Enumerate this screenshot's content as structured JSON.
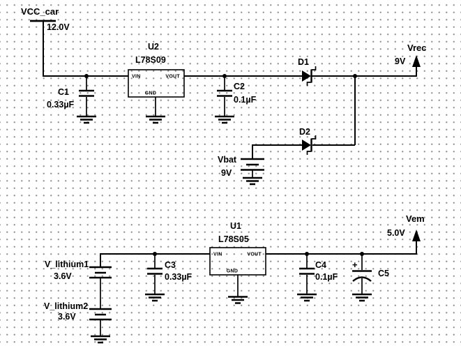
{
  "schematic": {
    "nets": {
      "vcc_car": {
        "label": "VCC_car",
        "voltage": "12.0V"
      },
      "vrec": {
        "label": "Vrec",
        "voltage": "9V"
      },
      "vem": {
        "label": "Vem",
        "voltage": "5.0V"
      }
    },
    "components": {
      "u2": {
        "ref": "U2",
        "part": "L78S09",
        "pins": {
          "vin": "VIN",
          "vout": "VOUT",
          "gnd": "GND"
        }
      },
      "u1": {
        "ref": "U1",
        "part": "L78S05",
        "pins": {
          "vin": "VIN",
          "vout": "VOUT",
          "gnd": "GND"
        }
      },
      "c1": {
        "ref": "C1",
        "value": "0.33µF"
      },
      "c2": {
        "ref": "C2",
        "value": "0.1µF"
      },
      "c3": {
        "ref": "C3",
        "value": "0.33µF"
      },
      "c4": {
        "ref": "C4",
        "value": "0.1µF"
      },
      "c5": {
        "ref": "C5",
        "polarity_mark": "+"
      },
      "d1": {
        "ref": "D1"
      },
      "d2": {
        "ref": "D2"
      },
      "vbat": {
        "ref": "Vbat",
        "value": "9V"
      },
      "v_lithium1": {
        "ref": "V_lithium1",
        "value": "3.6V"
      },
      "v_lithium2": {
        "ref": "V_lithium2",
        "value": "3.6V"
      }
    },
    "colors": {
      "wire": "#000000",
      "background": "#ffffff",
      "grid_dot": "#8f8f8f"
    }
  }
}
